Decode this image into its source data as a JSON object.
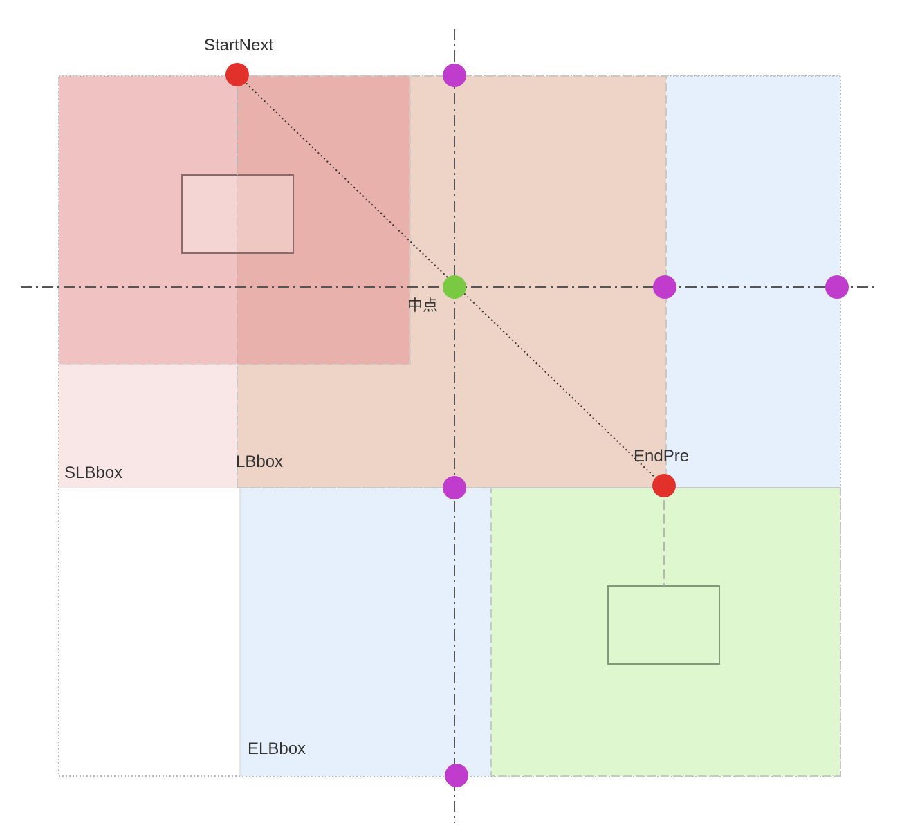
{
  "labels": {
    "start_next": "StartNext",
    "end_pre": "EndPre",
    "midpoint": "中点",
    "slbbox": "SLBbox",
    "lbbox": "LBbox",
    "elbbox": "ELBbox"
  },
  "colors": {
    "blue_region": "#e6f0fc",
    "start_box_region": "#e89a9a",
    "lbbox_region": "#edd4c6",
    "slbbox_region": "#f9e6e6",
    "end_box_region": "#def7cf",
    "red_point": "#e2302a",
    "purple_point": "#bf3ccc",
    "green_point": "#7ac943"
  }
}
